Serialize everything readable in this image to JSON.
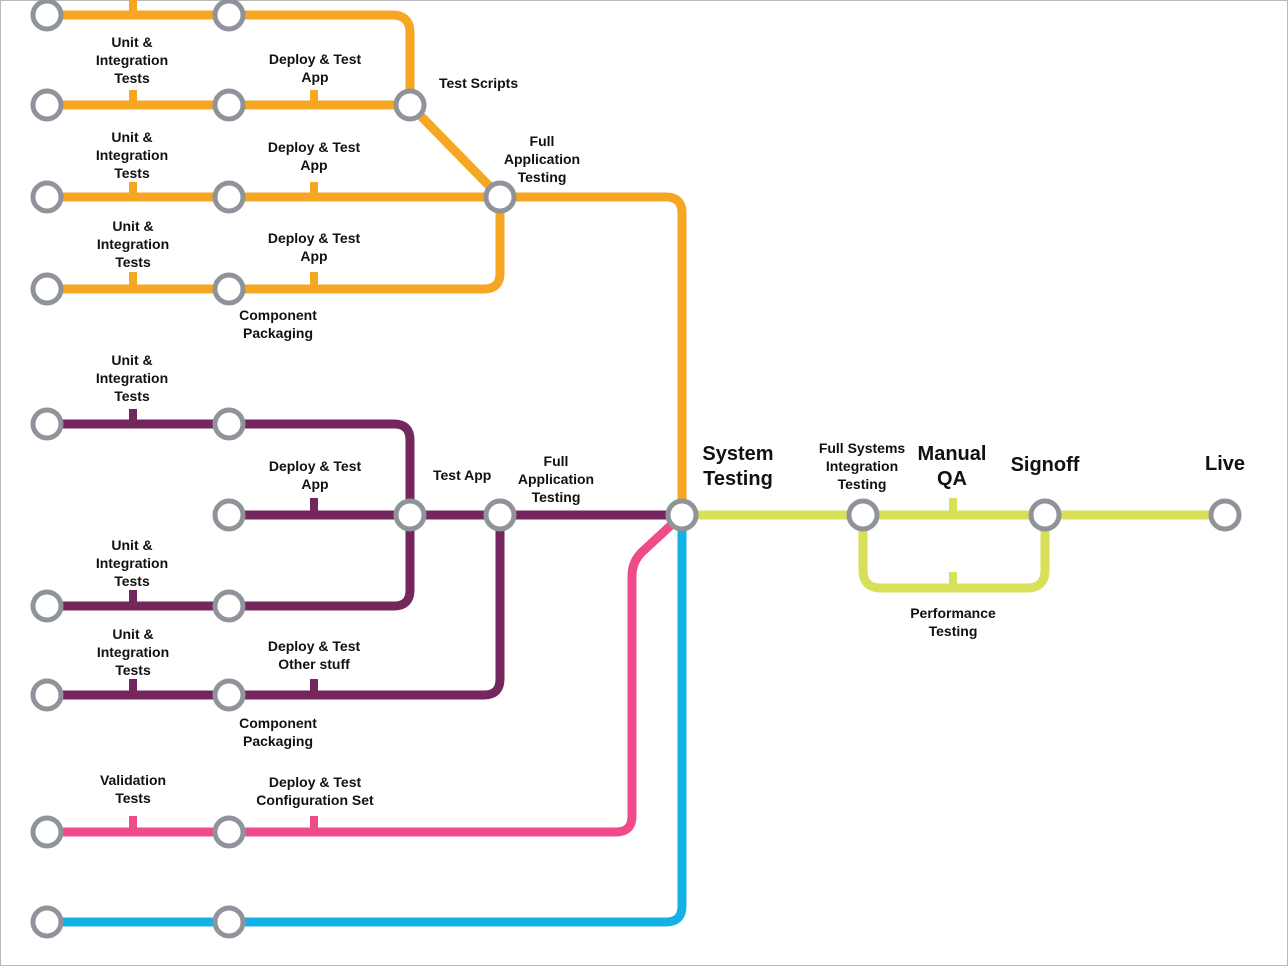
{
  "colors": {
    "orange": "#f5a623",
    "purple": "#74275c",
    "pink": "#ef4b8b",
    "blue": "#14b1e7",
    "green": "#d8e05a",
    "station_stroke": "#8f939a"
  },
  "labels": {
    "o_row1_unit": [
      "Unit &",
      "Integration",
      "Tests"
    ],
    "o_row1_deploy": [
      "Deploy & Test",
      "App"
    ],
    "o_test_scripts": [
      "Test Scripts"
    ],
    "o_row2_unit": [
      "Unit &",
      "Integration",
      "Tests"
    ],
    "o_row2_deploy": [
      "Deploy & Test",
      "App"
    ],
    "o_full_app": [
      "Full",
      "Application",
      "Testing"
    ],
    "o_row3_unit": [
      "Unit &",
      "Integration",
      "Tests"
    ],
    "o_row3_deploy": [
      "Deploy & Test",
      "App"
    ],
    "o_component": [
      "Component",
      "Packaging"
    ],
    "p_row1_unit": [
      "Unit &",
      "Integration",
      "Tests"
    ],
    "p_deploy_app": [
      "Deploy & Test",
      "App"
    ],
    "p_test_app": [
      "Test App"
    ],
    "p_full_app": [
      "Full",
      "Application",
      "Testing"
    ],
    "p_row3_unit": [
      "Unit &",
      "Integration",
      "Tests"
    ],
    "p_row4_unit": [
      "Unit &",
      "Integration",
      "Tests"
    ],
    "p_deploy_other": [
      "Deploy & Test",
      "Other stuff"
    ],
    "p_component": [
      "Component",
      "Packaging"
    ],
    "k_validation": [
      "Validation",
      "Tests"
    ],
    "k_deploy_config": [
      "Deploy & Test",
      "Configuration Set"
    ],
    "system_testing": [
      "System",
      "Testing"
    ],
    "full_systems": [
      "Full Systems",
      "Integration",
      "Testing"
    ],
    "manual_qa": [
      "Manual",
      "QA"
    ],
    "signoff": [
      "Signoff"
    ],
    "live": [
      "Live"
    ],
    "performance": [
      "Performance",
      "Testing"
    ]
  }
}
